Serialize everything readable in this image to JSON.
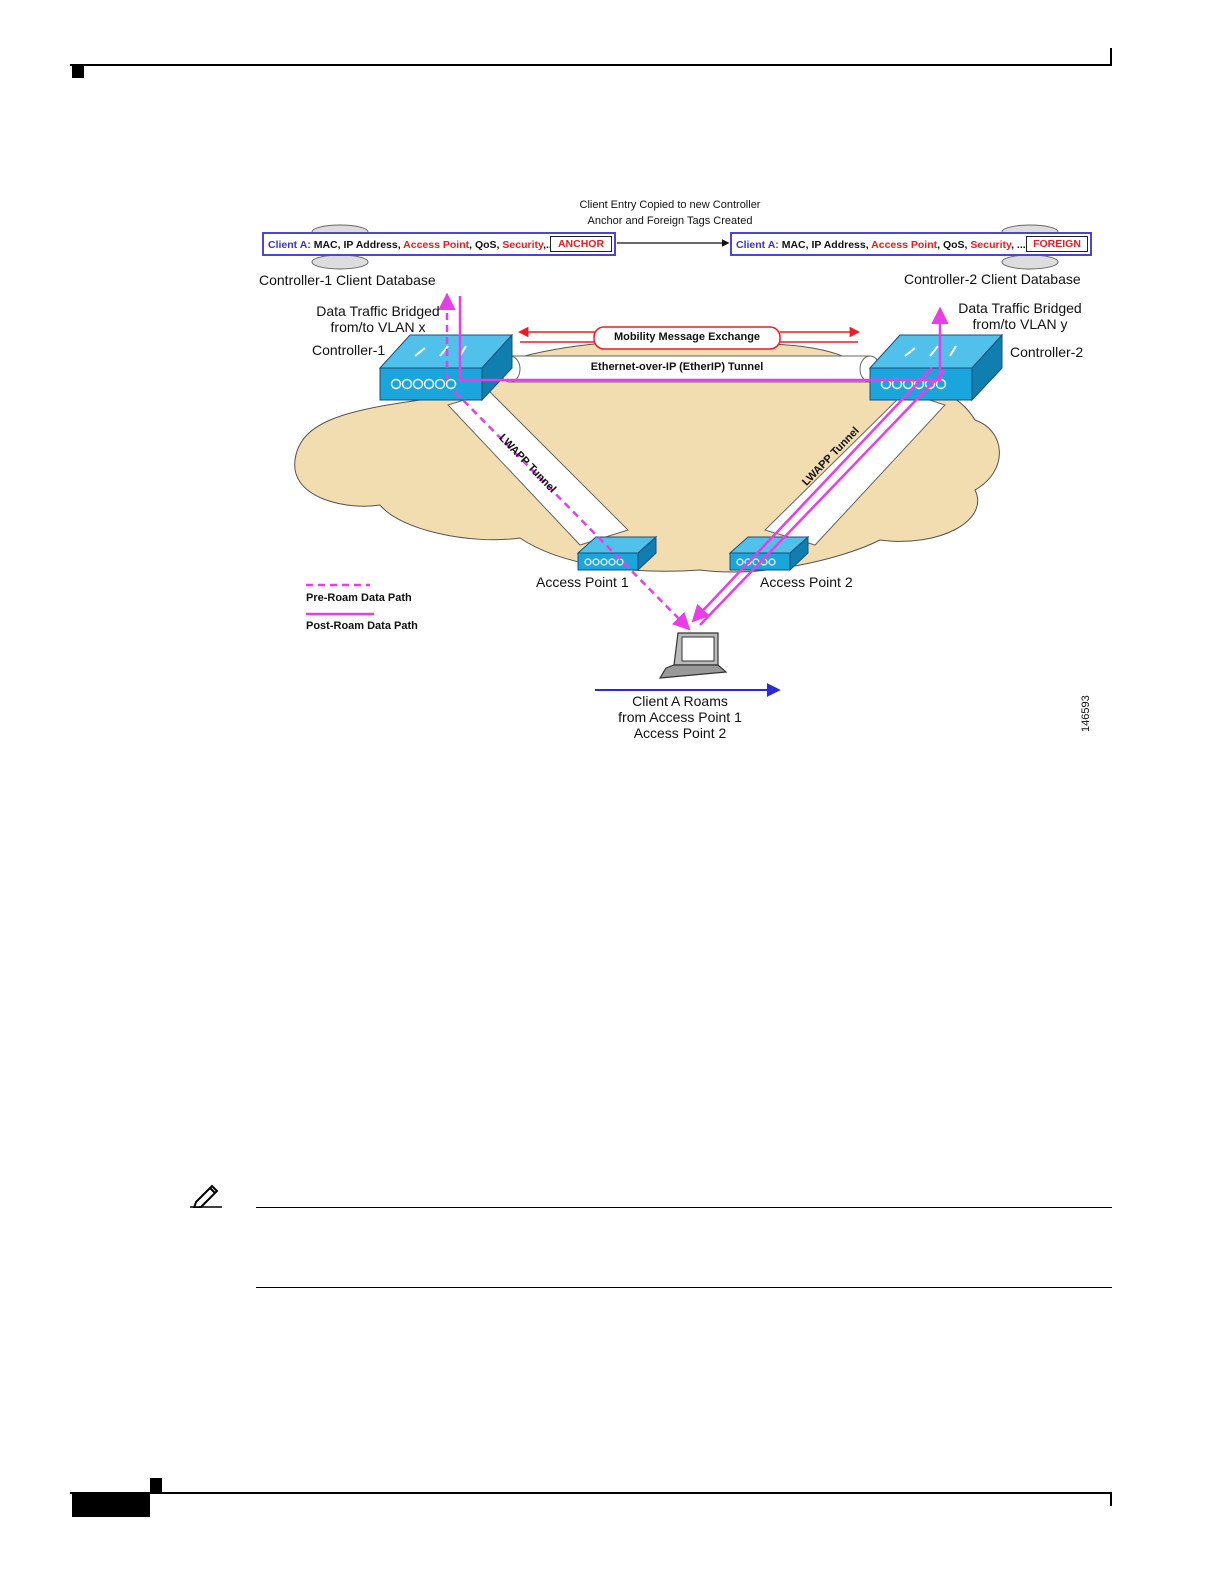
{
  "diagram": {
    "top_caption_line1": "Client Entry Copied to new Controller",
    "top_caption_line2": "Anchor and Foreign Tags Created",
    "controller1_record": {
      "client": "Client A:",
      "fields_a": " MAC, IP Address, ",
      "access_point": "Access Point",
      "fields_b": ", QoS, ",
      "security": "Security",
      "fields_c": ",...",
      "tag": "ANCHOR"
    },
    "controller2_record": {
      "client": "Client A:",
      "fields_a": " MAC, IP Address, ",
      "access_point": "Access Point",
      "fields_b": ", QoS, ",
      "security": "Security",
      "fields_c": ", ...",
      "tag": "FOREIGN"
    },
    "controller1_db_label": "Controller-1 Client Database",
    "controller2_db_label": "Controller-2 Client Database",
    "bridged1_line1": "Data Traffic Bridged",
    "bridged1_line2": "from/to VLAN x",
    "bridged2_line1": "Data Traffic Bridged",
    "bridged2_line2": "from/to VLAN y",
    "controller1_label": "Controller-1",
    "controller2_label": "Controller-2",
    "mobility_label": "Mobility Message Exchange",
    "etherip_label": "Ethernet-over-IP (EtherIP) Tunnel",
    "lwapp1_label": "LWAPP Tunnel",
    "lwapp2_label": "LWAPP Tunnel",
    "ap1_label": "Access Point 1",
    "ap2_label": "Access Point 2",
    "legend_pre": "Pre-Roam Data Path",
    "legend_post": "Post-Roam Data Path",
    "roam_line1": "Client A Roams",
    "roam_line2": "from Access Point 1",
    "roam_line3": "Access Point 2",
    "figure_id": "146593",
    "colors": {
      "cloud": "#f2ddb0",
      "device": "#1aa6dc",
      "path": "#e63fe6",
      "record_border": "#4a45d8",
      "red": "#ee1b24",
      "roam_arrow": "#2a2ad8"
    }
  }
}
